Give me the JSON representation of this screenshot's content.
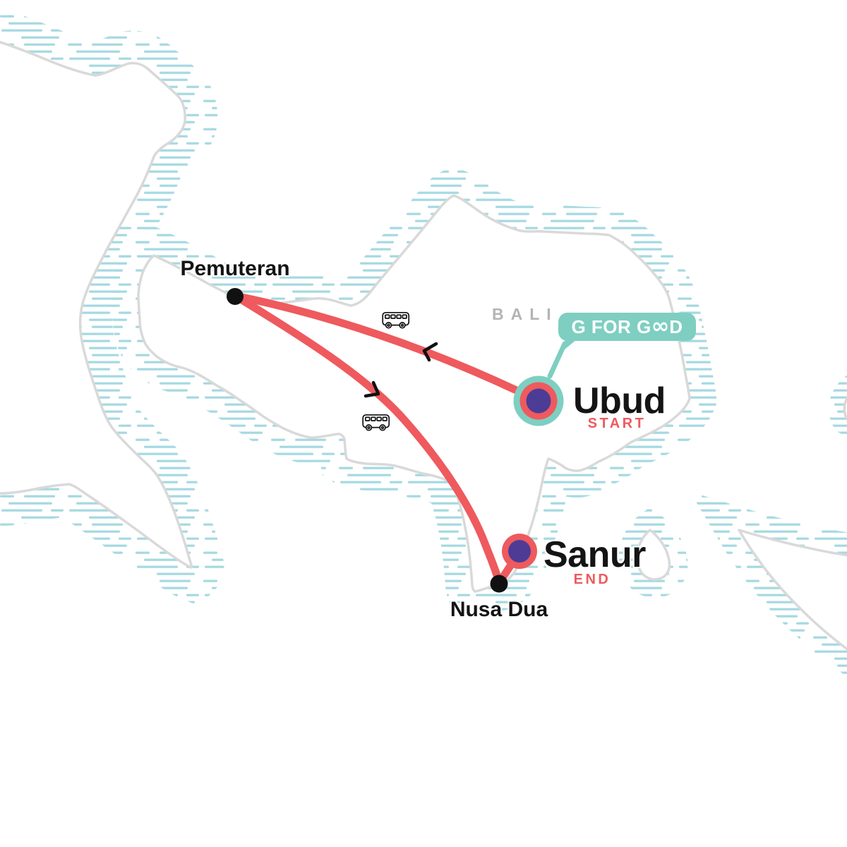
{
  "region": {
    "label": "BALI"
  },
  "badge": {
    "label": "G FOR GOOD"
  },
  "stops": {
    "ubud": {
      "name": "Ubud",
      "tag": "START"
    },
    "pemuteran": {
      "name": "Pemuteran"
    },
    "sanur": {
      "name": "Sanur",
      "tag": "END"
    },
    "nusa_dua": {
      "name": "Nusa Dua"
    }
  },
  "route": {
    "legs": [
      {
        "from": "Ubud",
        "to": "Pemuteran",
        "transport": "bus"
      },
      {
        "from": "Pemuteran",
        "to": "Sanur",
        "transport": "bus"
      }
    ]
  },
  "colors": {
    "route": "#ee5a5e",
    "teal": "#7ecfc1",
    "purple": "#4c3c96",
    "hatch": "#a5d9e1",
    "coastline": "#d9d9d9",
    "region_label": "#b4b4b4",
    "stop_label": "#141414"
  }
}
